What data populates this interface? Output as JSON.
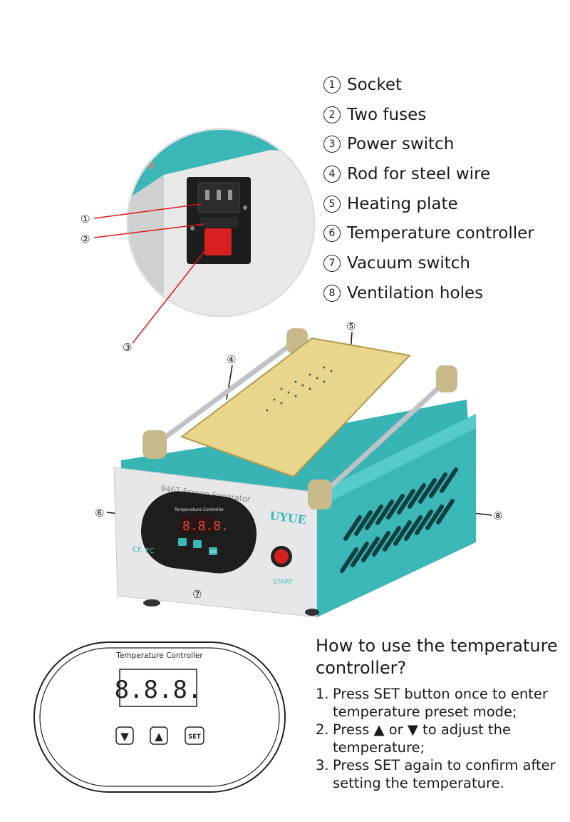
{
  "legend": [
    {
      "num": "1",
      "label": "Socket"
    },
    {
      "num": "2",
      "label": "Two fuses"
    },
    {
      "num": "3",
      "label": "Power switch"
    },
    {
      "num": "4",
      "label": "Rod for steel wire"
    },
    {
      "num": "5",
      "label": "Heating plate"
    },
    {
      "num": "6",
      "label": "Temperature controller"
    },
    {
      "num": "7",
      "label": "Vacuum switch"
    },
    {
      "num": "8",
      "label": "Ventilation holes"
    }
  ],
  "callouts": [
    "①",
    "②",
    "③",
    "④",
    "⑤",
    "⑥",
    "⑦",
    "⑧"
  ],
  "machine": {
    "model_text": "946T Screen Separator",
    "brand": "UYUE",
    "panel_title": "Temperature Controller",
    "display": "8.8.8.",
    "set_label": "SET",
    "start_label": "START",
    "cert_ce": "CE",
    "cert_fc": "FC"
  },
  "controller": {
    "title": "Temperature Controller",
    "display": "8.8.8.",
    "down_icon": "▼",
    "up_icon": "▲",
    "set_label": "SET"
  },
  "howto": {
    "title": "How to use the temperature controller?",
    "steps": [
      {
        "n": "1.",
        "text": "Press SET button once to enter temperature preset mode;"
      },
      {
        "n": "2.",
        "text": "Press ▲ or ▼ to adjust the temperature;"
      },
      {
        "n": "3.",
        "text": "Press SET again to confirm after setting the temperature."
      }
    ]
  },
  "colors": {
    "teal": "#3bb7b8",
    "plate": "#e6d38a",
    "red": "#d82020",
    "panel": "#1e1e1e"
  }
}
